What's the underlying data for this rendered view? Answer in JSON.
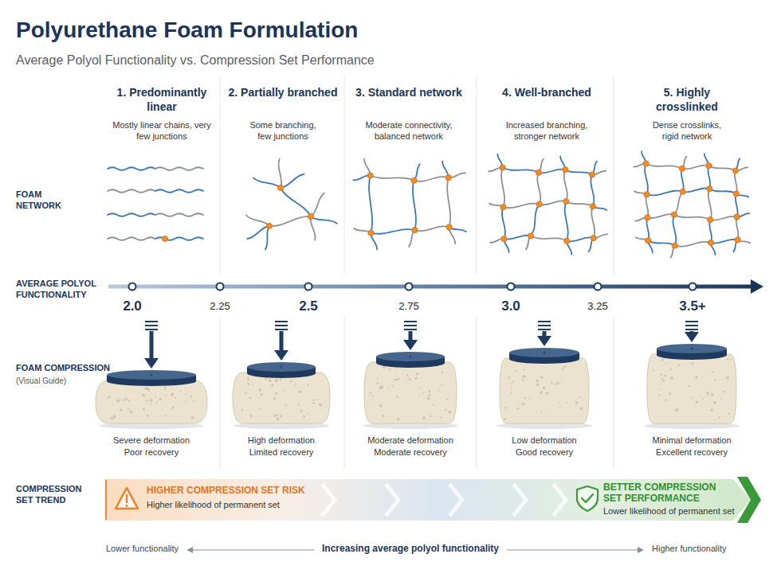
{
  "diagram": {
    "title": "Polyurethane Foam Formulation",
    "nodes": [
      {
        "text": [
          "HIGHER COMPRESSION SET RISK",
          "Higher likelihood of permanent set",
          "BETTER COMPRESSION SET PERFORMANCE",
          "Lower likelihood of permanent set"
        ]
      }
    ],
    "labels": [
      "Average Polyol Functionality vs. Compression Set Performance",
      "1. Predominantly linear",
      "Mostly linear chains, very few junctions",
      "2. Partially branched",
      "Some branching, few junctions",
      "3. Standard network",
      "Moderate connectivity, balanced network",
      "4. Well-branched",
      "Increased branching, stronger network",
      "5. Highly crosslinked",
      "Dense crosslinks, rigid network",
      "FOAM NETWORK",
      "AVERAGE POLYOL FUNCTIONALITY",
      "2.0",
      "2.25",
      "2.5",
      "2.75",
      "3.0",
      "3.25",
      "3.5+",
      "FOAM COMPRESSION",
      "(Visual Guide)",
      "Severe deformation",
      "Poor recovery",
      "High deformation",
      "Limited recovery",
      "Moderate deformation",
      "Moderate recovery",
      "Low deformation",
      "Good recovery",
      "Minimal deformation",
      "Excellent recovery",
      "COMPRESSION SET TREND",
      "Lower functionality",
      "Increasing average polyol functionality",
      "Higher functionality"
    ]
  }
}
